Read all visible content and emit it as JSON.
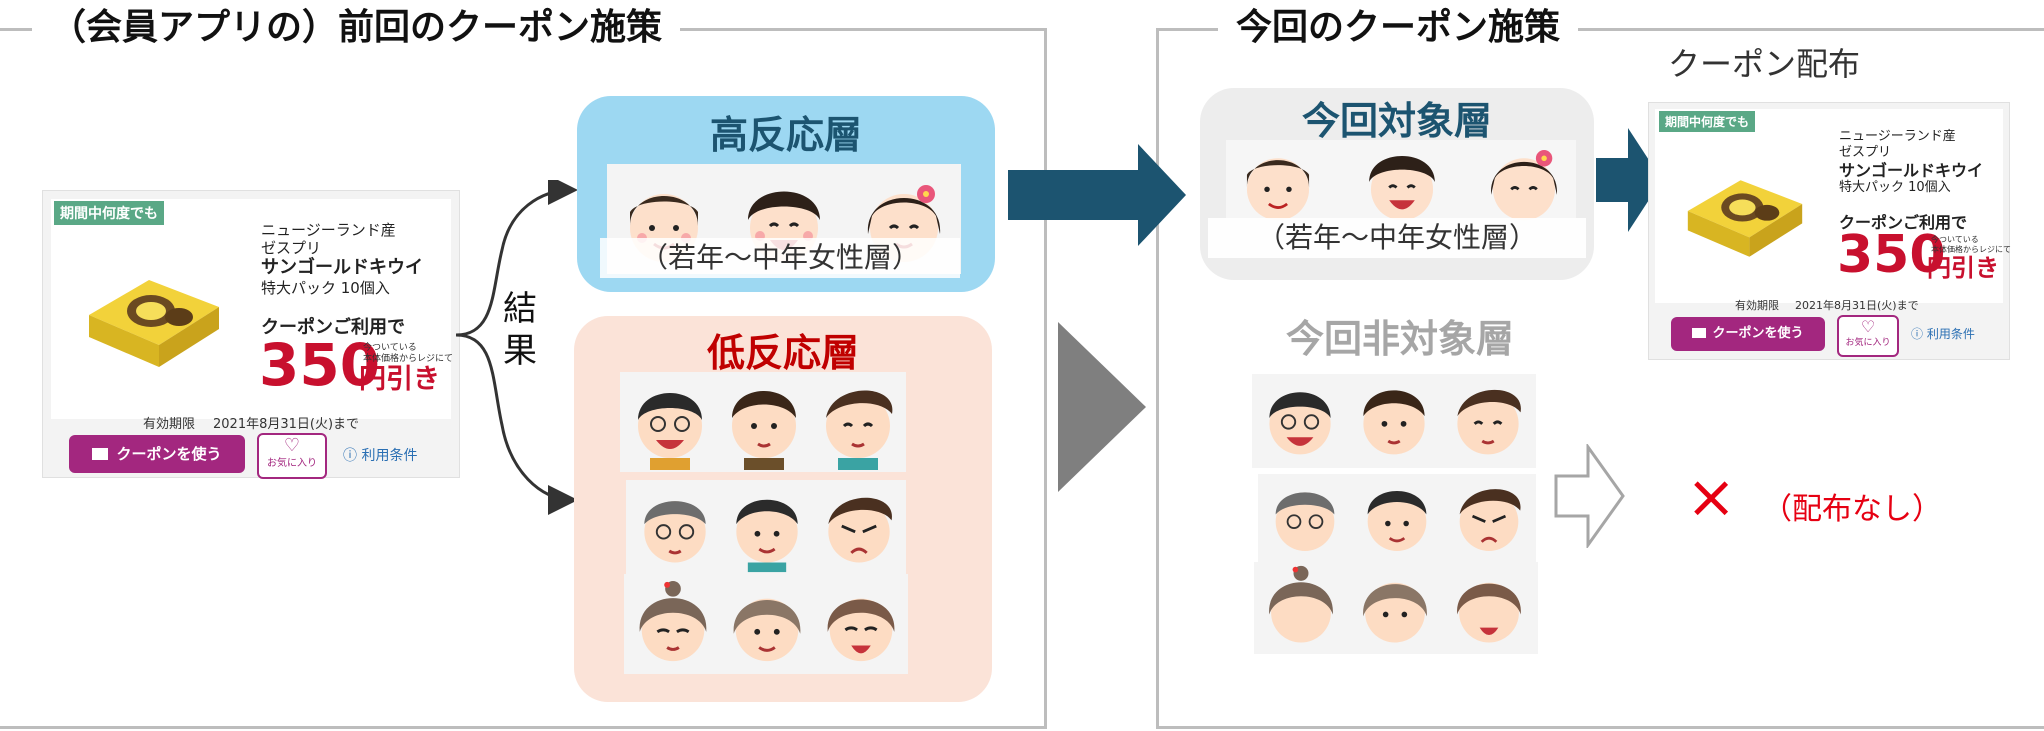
{
  "left_panel": {
    "title": "（会員アプリの）前回のクーポン施策"
  },
  "right_panel": {
    "title": "今回のクーポン施策"
  },
  "result_label": "結果",
  "high_segment": {
    "title": "高反応層",
    "tag": "（若年～中年女性層）"
  },
  "low_segment": {
    "title": "低反応層"
  },
  "target_segment": {
    "title": "今回対象層",
    "tag": "（若年～中年女性層）"
  },
  "non_target_segment": {
    "title": "今回非対象層"
  },
  "coupon_distribution_label": "クーポン配布",
  "no_distribution": {
    "mark": "×",
    "label": "（配布なし）"
  },
  "coupon": {
    "badge": "期間中何度でも",
    "origin": "ニュージーランド産",
    "brand": "ゼスプリ",
    "product": "サンゴールドキウイ",
    "pack": "特大パック 10個入",
    "usage": "クーポンご利用で",
    "note_line1": "今ついている",
    "note_line2": "本体価格からレジにて",
    "amount": "350",
    "unit": "円引き",
    "expiry_label": "有効期限",
    "expiry_date": "2021年8月31日(火)まで",
    "use_button": "クーポンを使う",
    "favorite": "お気に入り",
    "terms": "利用条件"
  },
  "colors": {
    "high_bg": "#9dd8f2",
    "high_title": "#1c5470",
    "low_bg": "#fbe3d8",
    "low_title": "#c00000",
    "target_bg": "#ededed",
    "target_title": "#1c5470",
    "non_target_title": "#a6a6a6",
    "arrow_blue": "#1c5470",
    "arrow_gray": "#7f7f7f",
    "no_mark": "#e60012"
  }
}
